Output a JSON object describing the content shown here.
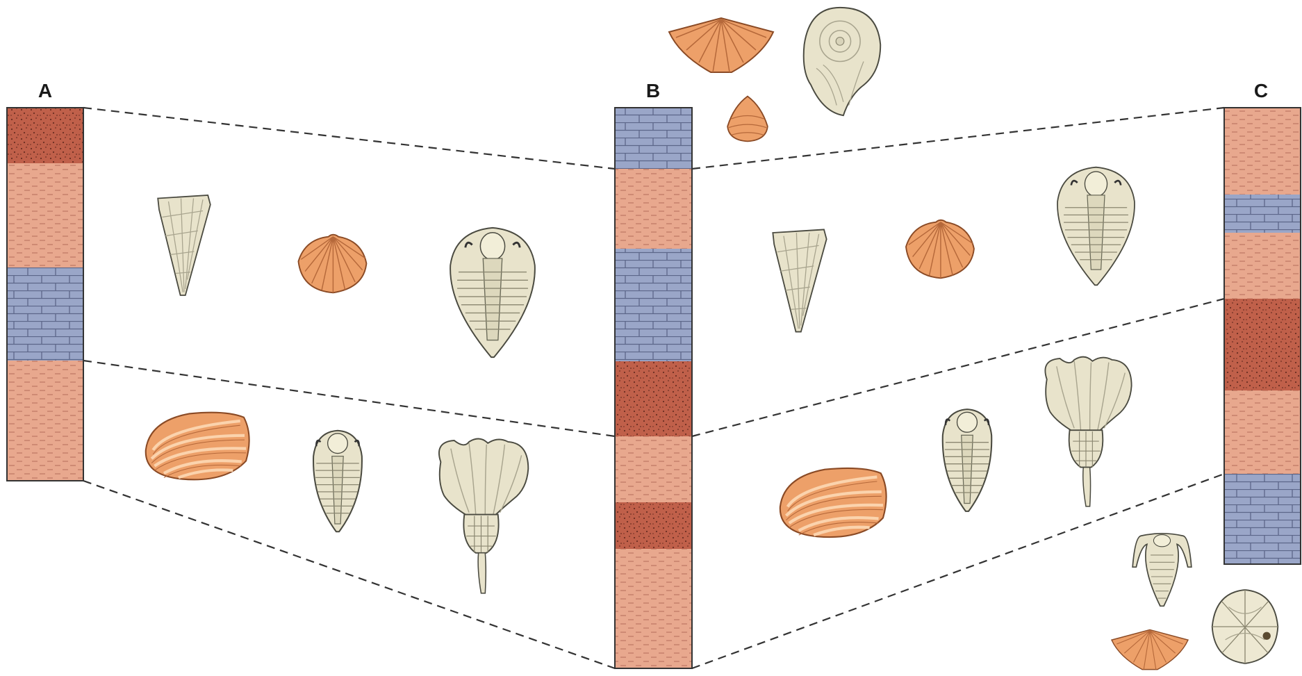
{
  "columns": [
    {
      "label": "A",
      "layers": [
        "sandstone",
        "shale",
        "limestone",
        "shale"
      ]
    },
    {
      "label": "B",
      "layers": [
        "limestone",
        "shale",
        "limestone",
        "sandstone",
        "shale",
        "sandstone",
        "shale"
      ]
    },
    {
      "label": "C",
      "layers": [
        "shale",
        "limestone",
        "shale",
        "sandstone",
        "shale",
        "limestone"
      ]
    }
  ],
  "correlation_lines": "dashed",
  "fossils": {
    "column_a_upper": [
      "cone-shell-icon",
      "brachiopod-icon",
      "trilobite-large-icon"
    ],
    "column_a_lower": [
      "clam-icon",
      "trilobite-small-icon",
      "crinoid-icon"
    ],
    "column_c_upper": [
      "cone-shell-icon",
      "brachiopod-icon",
      "trilobite-large-icon"
    ],
    "column_c_lower": [
      "clam-icon",
      "trilobite-small-icon",
      "crinoid-icon"
    ],
    "top_of_b": [
      "spiriferid-brachiopod-icon",
      "ammonite-icon",
      "small-brachiopod-icon"
    ],
    "bottom_of_c": [
      "trilobite-spined-icon",
      "spiriferid-brachiopod-icon",
      "blastoid-icon"
    ]
  },
  "colors": {
    "sandstone": "#c0604a",
    "shale": "#e8a88e",
    "limestone": "#9aa6c8",
    "shell_orange": "#eda069",
    "shell_cream": "#e8e3cb",
    "outline": "#3a3a3a"
  }
}
